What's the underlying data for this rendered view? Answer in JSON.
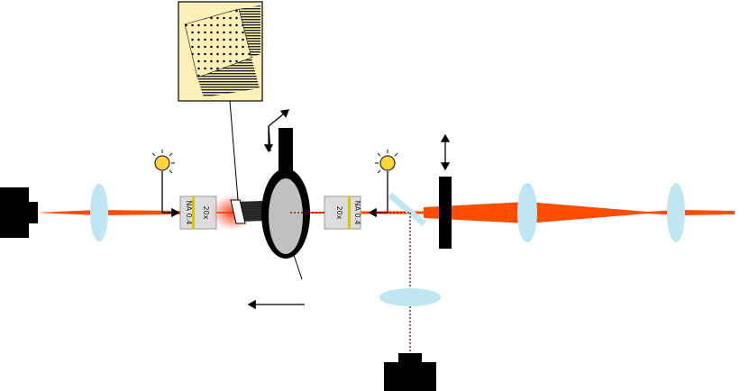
{
  "objective_left": {
    "magnification": "20x",
    "numerical_aperture": "NA 0.4"
  },
  "objective_right": {
    "magnification": "20x",
    "numerical_aperture": "NA 0.4"
  },
  "colors": {
    "laser": "#ff4d00",
    "lens": "#bfe6f2",
    "camera": "#000000",
    "lamp": "#ffd43b",
    "lamp_outline": "#333333",
    "objective_body": "#dddddd",
    "objective_band": "#e0c200",
    "sample_inset_bg": "#fbf0b8",
    "sample_holder": "#000000",
    "sample_disc": "#c0c0c0",
    "collected_signal": "#8b0000"
  },
  "icons": {
    "camera_left": "camera-icon",
    "camera_bottom": "camera-icon",
    "lamp_left": "lamp-icon",
    "lamp_right": "lamp-icon"
  }
}
